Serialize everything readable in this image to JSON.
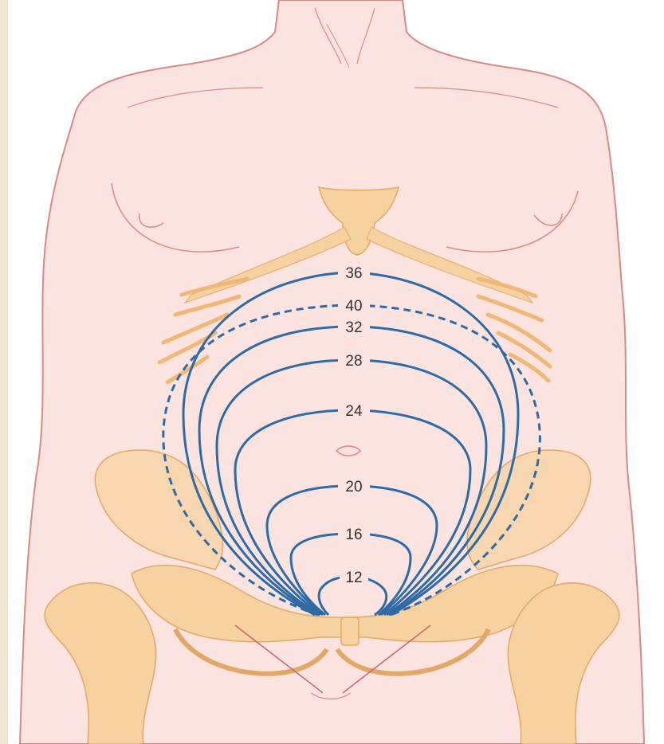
{
  "diagram": {
    "labels": [
      {
        "id": "36",
        "text": "36"
      },
      {
        "id": "40",
        "text": "40"
      },
      {
        "id": "32",
        "text": "32"
      },
      {
        "id": "28",
        "text": "28"
      },
      {
        "id": "24",
        "text": "24"
      },
      {
        "id": "20",
        "text": "20"
      },
      {
        "id": "16",
        "text": "16"
      },
      {
        "id": "12",
        "text": "12"
      }
    ]
  },
  "colors": {
    "skin": "#fbe3df",
    "skin_outline": "#d98a86",
    "bone": "#f6d2a0",
    "bone_outline": "#e2a866",
    "curve": "#2e6aa6",
    "background": "#efe6cf"
  }
}
